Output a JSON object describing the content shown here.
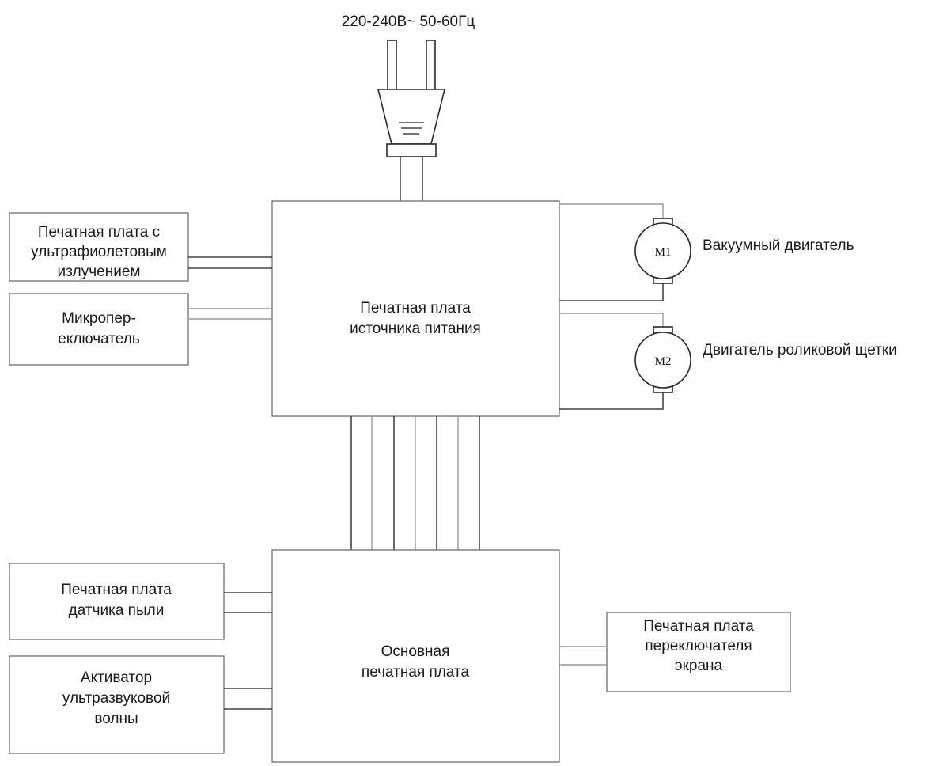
{
  "voltage_label": "220-240В~ 50-60Гц",
  "power_board": {
    "line1": "Печатная плата",
    "line2": "источника питания"
  },
  "main_board": {
    "line1": "Основная",
    "line2": "печатная плата"
  },
  "uv_board": {
    "line1": "Печатная плата с",
    "line2": "ультрафиолетовым",
    "line3": "излучением"
  },
  "microswitch": {
    "line1": "Микропер-",
    "line2": "еключатель"
  },
  "dust_sensor": {
    "line1": "Печатная плата",
    "line2": "датчика пыли"
  },
  "ultrasonic": {
    "line1": "Активатор",
    "line2": "ультразвуковой",
    "line3": "волны"
  },
  "screen_switch": {
    "line1": "Печатная плата",
    "line2": "переключателя",
    "line3": "экрана"
  },
  "motor1": {
    "symbol": "M1",
    "label": "Вакуумный двигатель"
  },
  "motor2": {
    "symbol": "M2",
    "label": "Двигатель роликовой щетки"
  }
}
